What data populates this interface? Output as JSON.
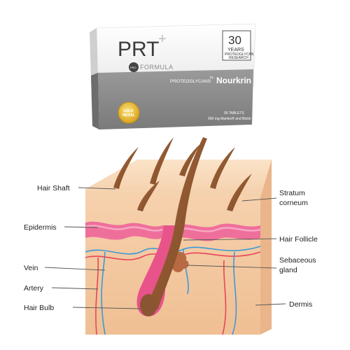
{
  "product": {
    "name": "PRT",
    "plus_symbol": "+",
    "pro_badge": "PRO",
    "formula": "FORMULA",
    "years_number": "30",
    "years_word": "YEARS",
    "research_line1": "PROTEOGLYCAN",
    "research_line2": "RESEARCH",
    "proteoglycans": "PROTEOGLYCANS",
    "by": "by",
    "brand": "Nourkrin",
    "gold_medal_line1": "GOLD",
    "gold_medal_line2": "MEDAL",
    "tablets": "90 TABLETS",
    "dosage": "900 mg Marilex® and Biotin"
  },
  "diagram": {
    "labels": {
      "hair_shaft": "Hair Shaft",
      "stratum_line1": "Stratum",
      "stratum_line2": "corneum",
      "epidermis": "Epidermis",
      "hair_follicle": "Hair Follicle",
      "sebaceous_line1": "Sebaceous",
      "sebaceous_line2": "gland",
      "vein": "Vein",
      "artery": "Artery",
      "hair_bulb": "Hair Bulb",
      "dermis": "Dermis"
    }
  },
  "colors": {
    "skin_top": "#f7d9b8",
    "skin_side": "#f2c9a1",
    "epidermis": "#ef6f9b",
    "follicle": "#e8538a",
    "hair": "#8a5532",
    "vein": "#3a9ad9",
    "artery": "#e8455a",
    "gold": "#e8b830",
    "box_grey": "#8a8a8a"
  }
}
